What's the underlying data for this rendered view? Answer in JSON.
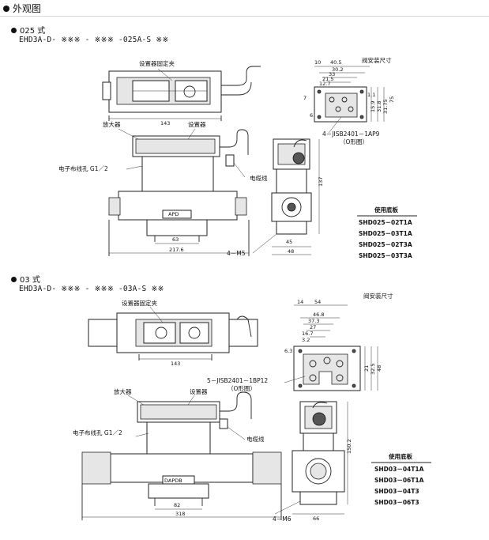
{
  "header": {
    "title": "外观图"
  },
  "section_025": {
    "title": "025 式",
    "model": "EHD3A-D- ※※※ - ※※※ -025A-S ※※",
    "labels": {
      "clamp": "设置器固定夹",
      "amplifier": "放大器",
      "setter": "设置器",
      "conduit": "电子布线孔 G1／2",
      "cable": "电缆线",
      "mount": "阀安装尺寸",
      "iso": "4－JISB2401－1AP9",
      "oring": "（O形圈）",
      "bolt": "4－M5",
      "apd": "APD"
    },
    "dims": {
      "d143": "143",
      "d63": "63",
      "d2176": "217.6",
      "d45": "45",
      "d48": "48",
      "d137": "137",
      "d10": "10",
      "d405": "40.5",
      "d302": "30.2",
      "d33": "33",
      "d215": "21.5",
      "d127": "12.7",
      "d7": "7",
      "d6": "6",
      "d11": "1.1",
      "d159": "15.9",
      "d318": "31.8",
      "d3175": "31.75",
      "d75": "75"
    },
    "subplate": {
      "title": "使用底板",
      "items": [
        "SHD025－02T1A",
        "SHD025－03T1A",
        "SHD025－02T3A",
        "SHD025－03T3A"
      ]
    }
  },
  "section_03": {
    "title": "03 式",
    "model": "EHD3A-D- ※※※ - ※※※ -03A-S ※※",
    "labels": {
      "clamp": "设置器固定夹",
      "amplifier": "放大器",
      "setter": "设置器",
      "conduit": "电子布线孔 G1／2",
      "cable": "电缆线",
      "mount": "阀安装尺寸",
      "iso": "5－JISB2401－1BP12",
      "oring": "（O形圈）",
      "bolt": "4－M6",
      "apd": "DAPDB"
    },
    "dims": {
      "d143": "143",
      "d82": "82",
      "d318": "318",
      "d66": "66",
      "d1502": "150.2",
      "d54": "54",
      "d14": "14",
      "d468": "46.8",
      "d373": "37.3",
      "d27": "27",
      "d167": "16.7",
      "d32": "3.2",
      "d63": "6.3",
      "d21": "21",
      "d325": "32.5",
      "d48": "48"
    },
    "subplate": {
      "title": "使用底板",
      "items": [
        "SHD03－04T1A",
        "SHD03－06T1A",
        "SHD03－04T3",
        "SHD03－06T3"
      ]
    }
  }
}
